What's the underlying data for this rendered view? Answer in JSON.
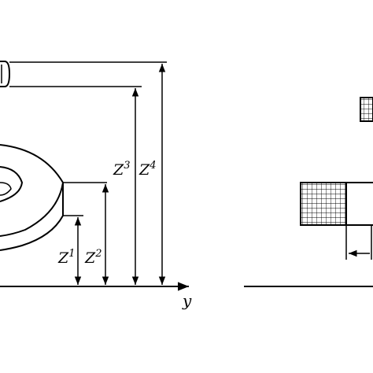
{
  "axis": {
    "label": "y"
  },
  "dimensions": [
    {
      "letter": "Z",
      "subscript": "1"
    },
    {
      "letter": "Z",
      "subscript": "2"
    },
    {
      "letter": "Z",
      "subscript": "3"
    },
    {
      "letter": "Z",
      "subscript": "4"
    }
  ],
  "colors": {
    "ink": "#000000",
    "background": "#ffffff"
  }
}
